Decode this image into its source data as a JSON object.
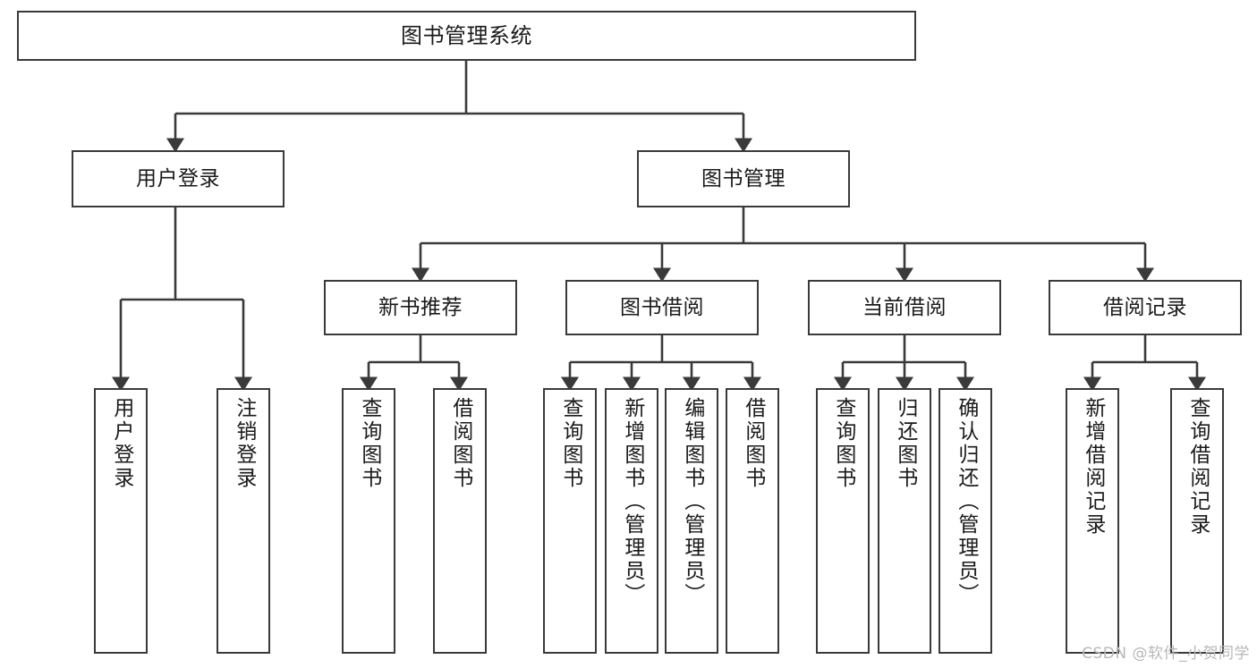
{
  "diagram": {
    "title": "图书管理系统",
    "type": "hierarchy-tree",
    "watermark": "CSDN @软件_小贺同学",
    "colors": {
      "border": "#3a3a3a",
      "background": "#ffffff",
      "text": "#1a1a1a",
      "watermark": "#b8b8b8"
    },
    "levels": {
      "root": {
        "label": "图书管理系统"
      },
      "level2": [
        {
          "label": "用户登录"
        },
        {
          "label": "图书管理"
        }
      ],
      "level3": [
        {
          "label": "新书推荐"
        },
        {
          "label": "图书借阅"
        },
        {
          "label": "当前借阅"
        },
        {
          "label": "借阅记录"
        }
      ],
      "leaves": {
        "user_login": [
          {
            "label": "用户登录"
          },
          {
            "label": "注销登录"
          }
        ],
        "new_book_recommend": [
          {
            "label": "查询图书"
          },
          {
            "label": "借阅图书"
          }
        ],
        "book_borrow": [
          {
            "label": "查询图书"
          },
          {
            "label": "新增图书（管理员）"
          },
          {
            "label": "编辑图书（管理员）"
          },
          {
            "label": "借阅图书"
          }
        ],
        "current_borrow": [
          {
            "label": "查询图书"
          },
          {
            "label": "归还图书"
          },
          {
            "label": "确认归还（管理员）"
          }
        ],
        "borrow_record": [
          {
            "label": "新增借阅记录"
          },
          {
            "label": "查询借阅记录"
          }
        ]
      }
    }
  }
}
